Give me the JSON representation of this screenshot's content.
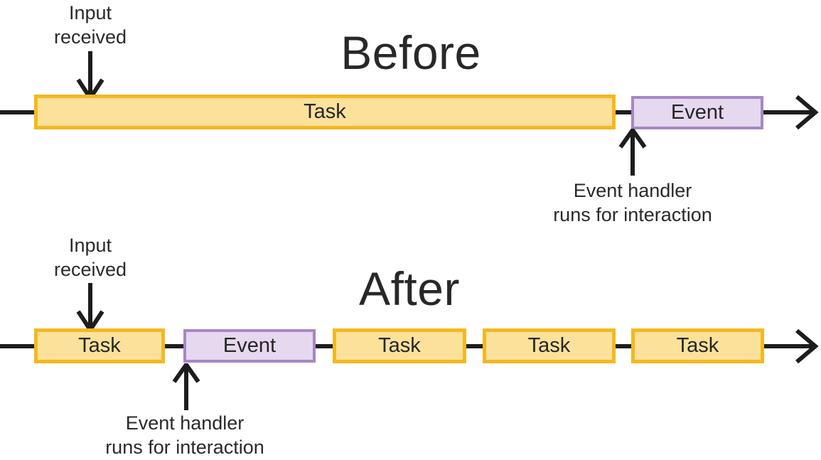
{
  "diagram": {
    "before": {
      "title": "Before",
      "input_annotation": {
        "line1": "Input",
        "line2": "received"
      },
      "handler_annotation": {
        "line1": "Event handler",
        "line2": "runs for interaction"
      },
      "segments": [
        {
          "type": "task",
          "label": "Task"
        },
        {
          "type": "event",
          "label": "Event"
        }
      ]
    },
    "after": {
      "title": "After",
      "input_annotation": {
        "line1": "Input",
        "line2": "received"
      },
      "handler_annotation": {
        "line1": "Event handler",
        "line2": "runs for interaction"
      },
      "segments": [
        {
          "type": "task",
          "label": "Task"
        },
        {
          "type": "event",
          "label": "Event"
        },
        {
          "type": "task",
          "label": "Task"
        },
        {
          "type": "task",
          "label": "Task"
        },
        {
          "type": "task",
          "label": "Task"
        }
      ]
    },
    "colors": {
      "task_fill": "#FBE19A",
      "task_border": "#F4B820",
      "event_fill": "#E6D8EE",
      "event_border": "#A687C5",
      "line": "#1D1D1D",
      "text": "#2A2A2A"
    }
  }
}
